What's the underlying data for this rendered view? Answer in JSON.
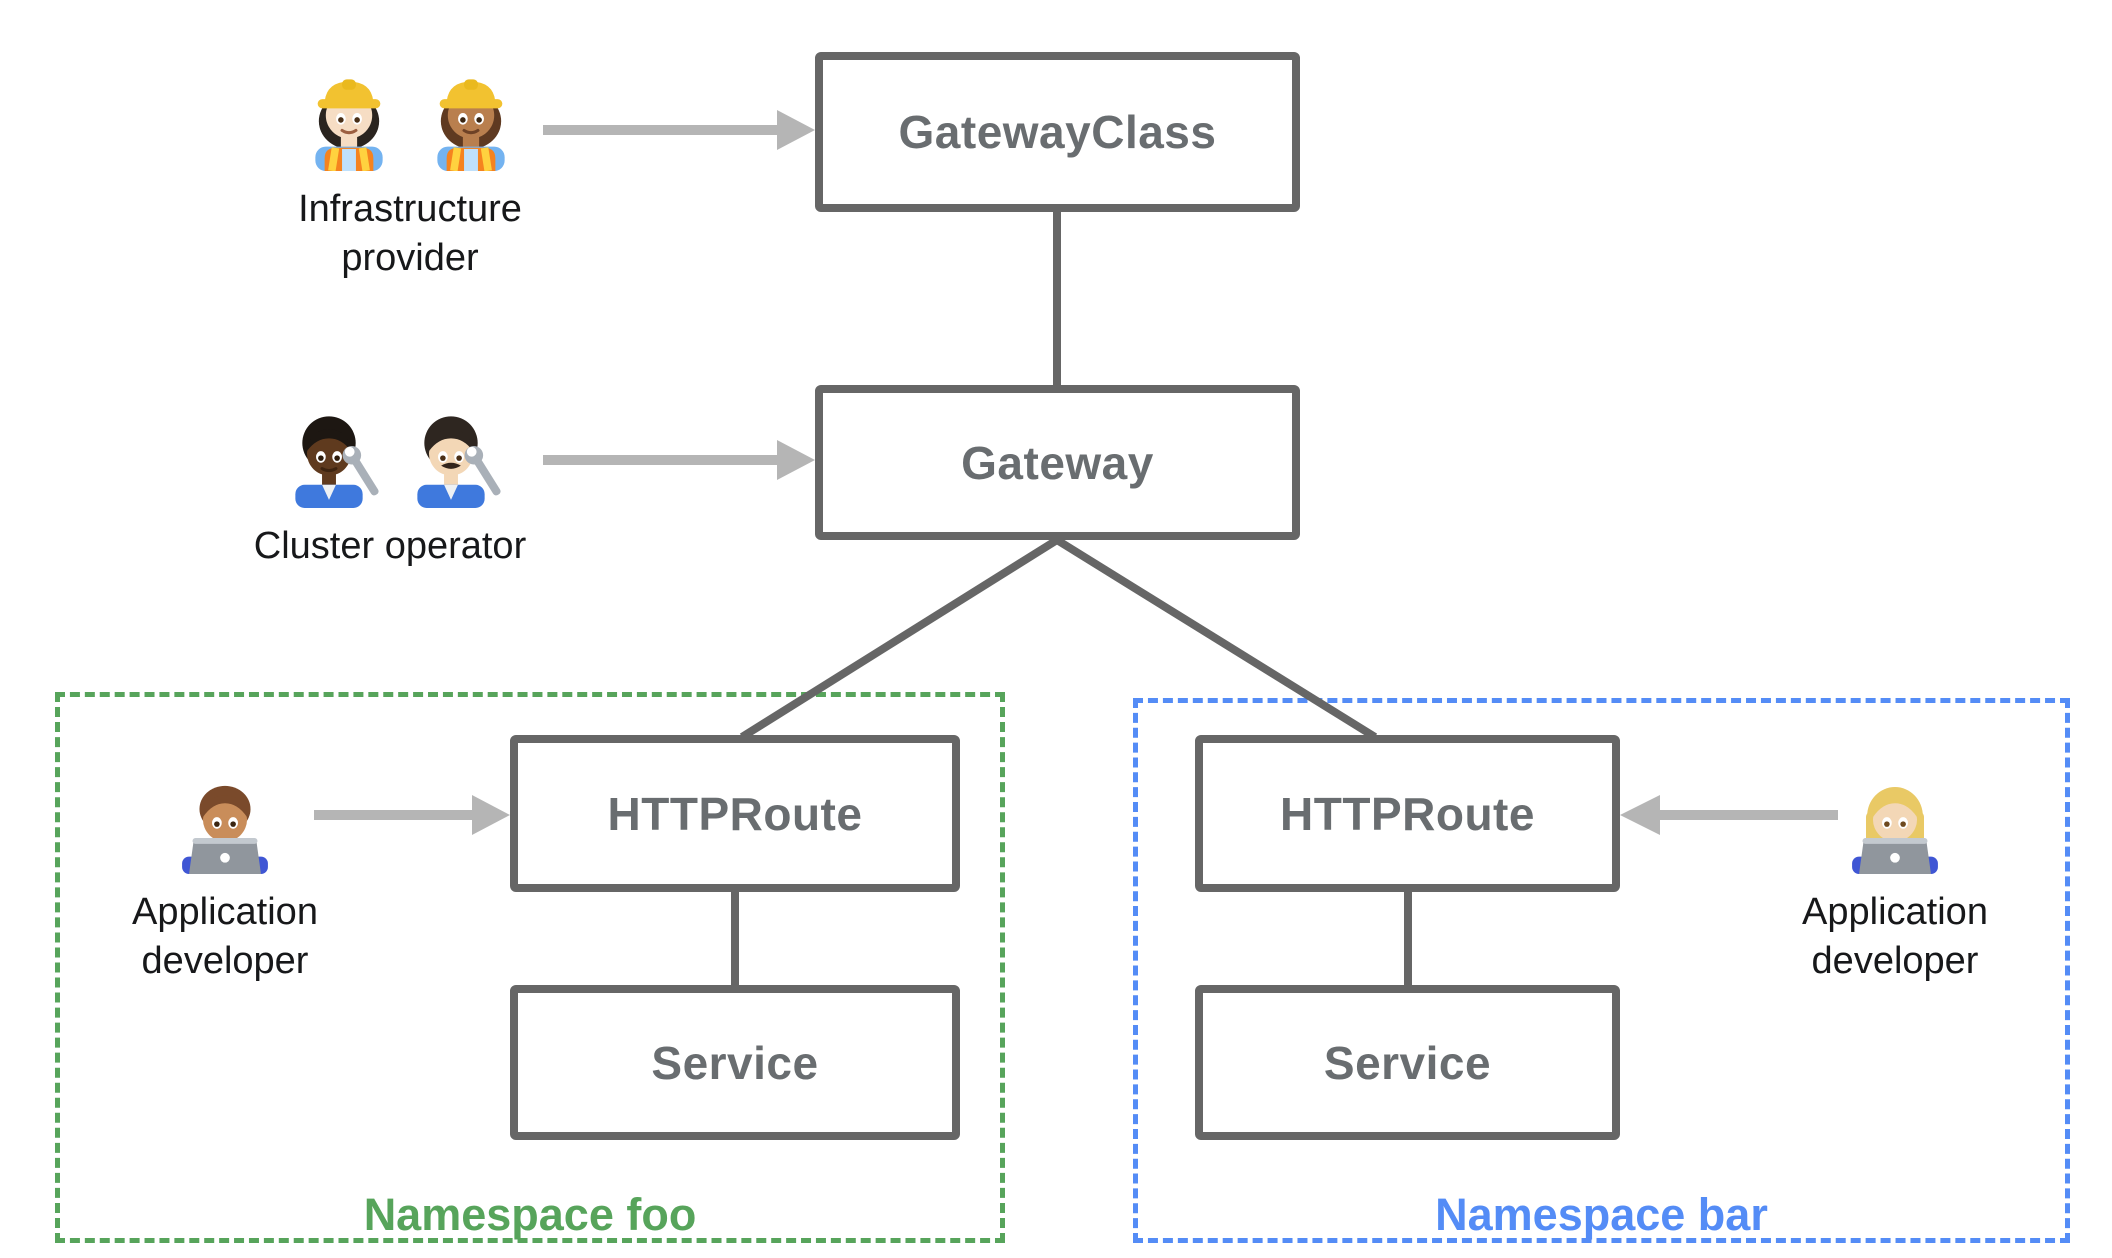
{
  "nodes": {
    "gateway_class": {
      "label": "GatewayClass"
    },
    "gateway": {
      "label": "Gateway"
    },
    "httproute_foo": {
      "label": "HTTPRoute"
    },
    "service_foo": {
      "label": "Service"
    },
    "httproute_bar": {
      "label": "HTTPRoute"
    },
    "service_bar": {
      "label": "Service"
    }
  },
  "personas": {
    "infrastructure_provider": {
      "label": "Infrastructure provider",
      "icons": [
        "woman-construction-worker-light-emoji",
        "woman-construction-worker-medium-emoji"
      ]
    },
    "cluster_operator": {
      "label": "Cluster operator",
      "icons": [
        "person-mechanic-dark-emoji",
        "man-mechanic-light-emoji"
      ]
    },
    "app_developer_foo": {
      "label": "Application developer",
      "icons": [
        "man-technologist-emoji"
      ]
    },
    "app_developer_bar": {
      "label": "Application developer",
      "icons": [
        "woman-technologist-emoji"
      ]
    }
  },
  "namespaces": {
    "foo": {
      "label": "Namespace foo",
      "color": "#57a45b"
    },
    "bar": {
      "label": "Namespace bar",
      "color": "#548cf6"
    }
  },
  "colors": {
    "node_border": "#666666",
    "node_text": "#696d70",
    "connector_line": "#666666",
    "arrow": "#b5b5b5",
    "persona_text": "#17181a"
  }
}
